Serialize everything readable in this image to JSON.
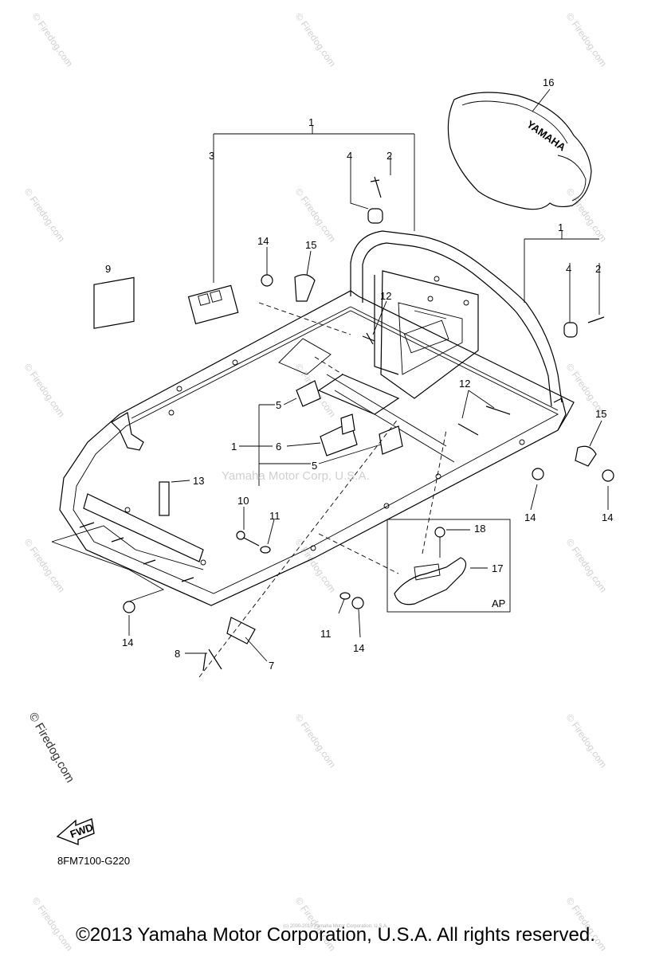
{
  "callouts": {
    "c1_top": "1",
    "c3": "3",
    "c4_top": "4",
    "c2_top": "2",
    "c16": "16",
    "c9": "9",
    "c14_a": "14",
    "c15_a": "15",
    "c12_a": "12",
    "c1_right": "1",
    "c4_right": "4",
    "c2_right": "2",
    "c12_b": "12",
    "c15_b": "15",
    "c5_a": "5",
    "c1_mid": "1",
    "c6": "6",
    "c5_b": "5",
    "c13": "13",
    "c10": "10",
    "c11_a": "11",
    "c14_b": "14",
    "c14_c": "14",
    "c18": "18",
    "c17": "17",
    "c14_d": "14",
    "c11_b": "11",
    "c14_e": "14",
    "c8": "8",
    "c7": "7"
  },
  "ap_label": "AP",
  "center_watermark": "Yamaha Motor Corp, U.S.A.",
  "firedog_watermark": "© Firedog.com",
  "fwd_label": "FWD",
  "part_code": "8FM7100-G220",
  "copyright": "©2013 Yamaha Motor Corporation, U.S.A. All rights reserved.",
  "tiny_notice": "(c) 2000-2015 Yamaha Motor Corporation, U.S.A.",
  "seat_brand": "YAMAHA"
}
